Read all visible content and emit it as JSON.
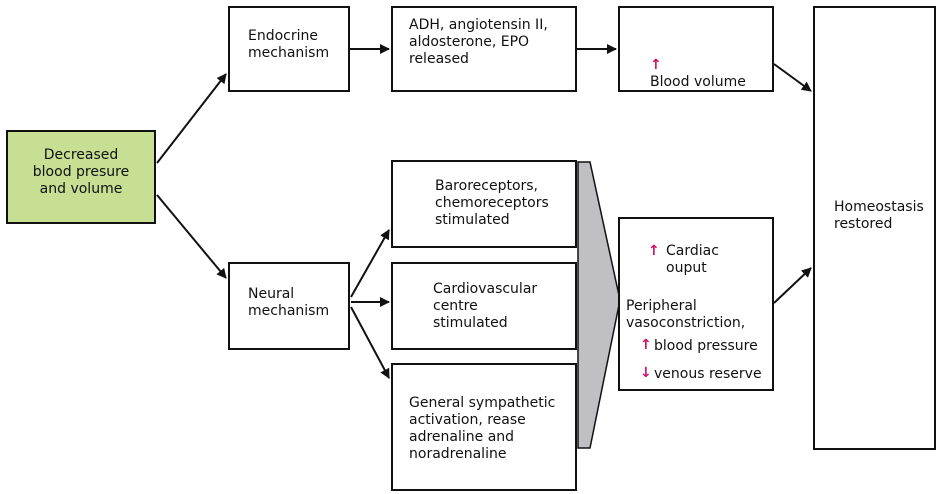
{
  "start": {
    "text": "Decreased\nblood presure\nand volume",
    "color": "#c6df93"
  },
  "endocrine": {
    "text": "Endocrine\nmechanism"
  },
  "hormones": {
    "text": "ADH, angiotensin II,\naldosterone, EPO\nreleased"
  },
  "blood_volume": {
    "arrow": "↑",
    "text": "Blood volume"
  },
  "homeostasis": {
    "text": "Homeostasis\nrestored"
  },
  "neural": {
    "text": "Neural\nmechanism"
  },
  "baroreceptors": {
    "text": "Baroreceptors,\nchemoreceptors\nstimulated"
  },
  "cardio_centre": {
    "text": "Cardiovascular\ncentre\nstimulated"
  },
  "sympathetic": {
    "text": "General sympathetic\nactivation, rease\nadrenaline and\nnoradrenaline"
  },
  "effects": {
    "cardiac_arrow": "↑",
    "cardiac_text": "Cardiac\nouput",
    "peripheral_text": "Peripheral\nvasoconstriction,",
    "bp_arrow": "↑",
    "bp_text": "blood pressure",
    "venous_arrow": "↓",
    "venous_text": "venous reserve"
  },
  "colors": {
    "accent_arrow": "#d01060",
    "funnel": "#c0c0c4"
  }
}
